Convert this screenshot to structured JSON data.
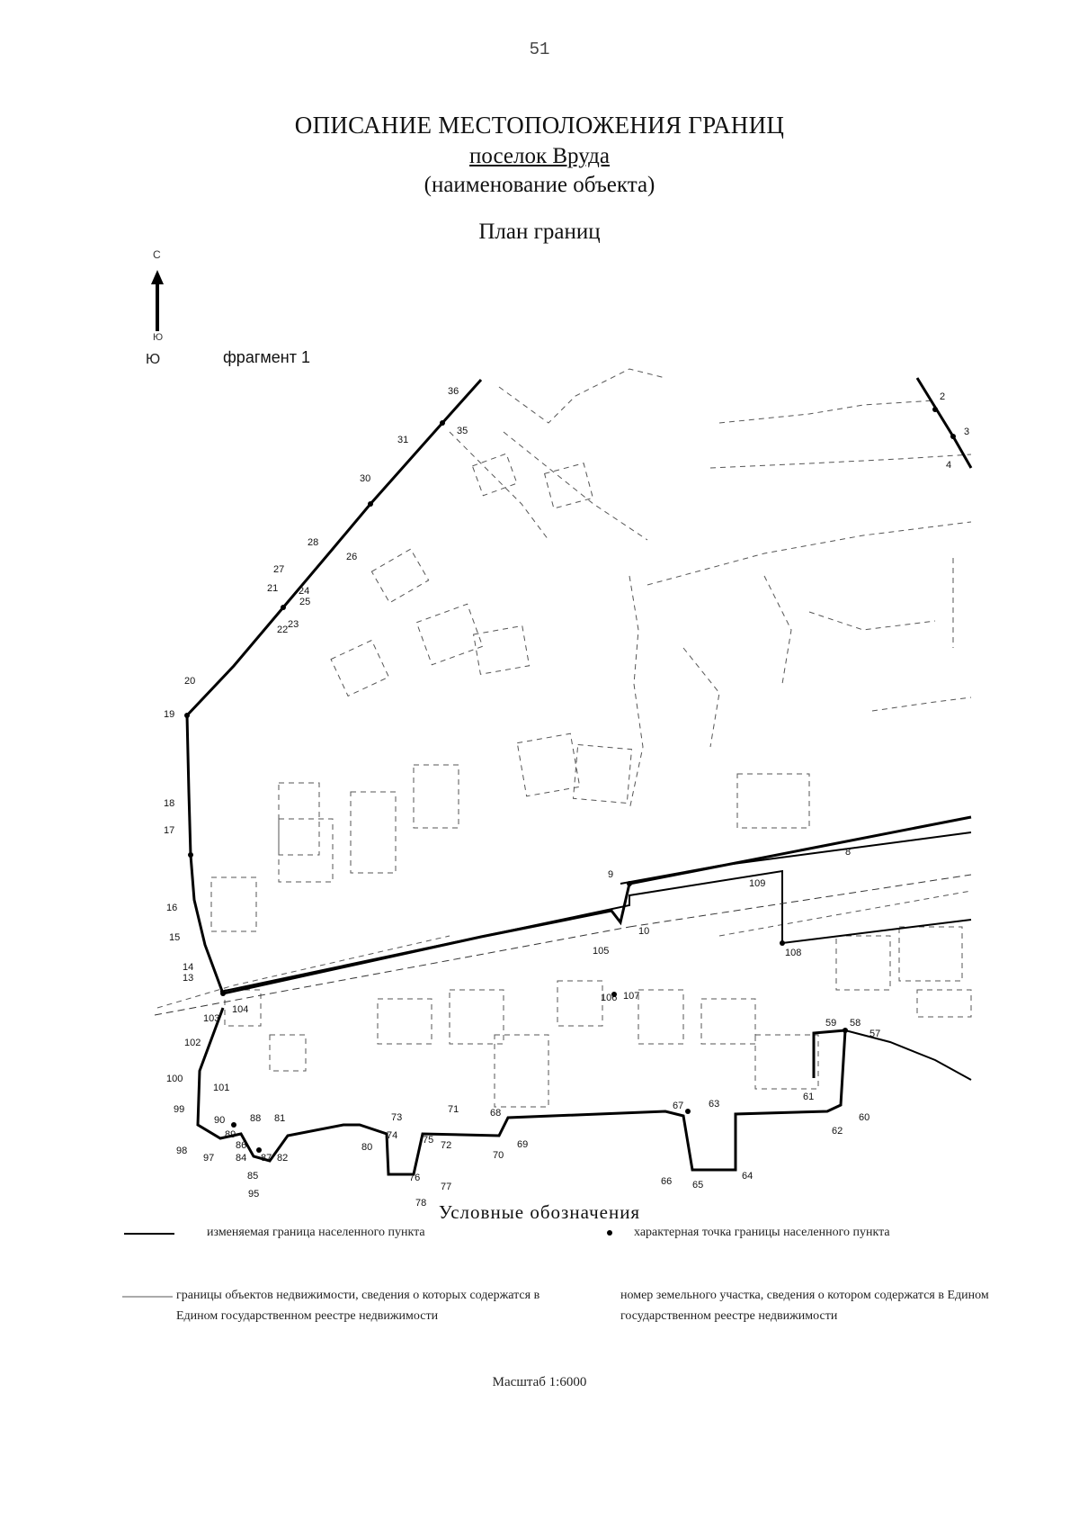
{
  "page": {
    "number": "51",
    "title": "ОПИСАНИЕ МЕСТОПОЛОЖЕНИЯ ГРАНИЦ",
    "object_name": "поселок Вруда",
    "object_caption": "(наименование объекта)",
    "plan_title": "План границ"
  },
  "compass": {
    "north": "С",
    "south": "Ю",
    "icon": "north-arrow-icon"
  },
  "fragment": {
    "prefix": "Ю",
    "label": "фрагмент 1"
  },
  "map": {
    "boundary_color": "#000000",
    "point_labels": [
      "2",
      "3",
      "4",
      "8",
      "9",
      "10",
      "13",
      "14",
      "15",
      "16",
      "17",
      "18",
      "19",
      "20",
      "21",
      "22",
      "23",
      "24",
      "25",
      "26",
      "27",
      "28",
      "30",
      "31",
      "35",
      "36",
      "57",
      "58",
      "59",
      "60",
      "61",
      "62",
      "63",
      "64",
      "65",
      "66",
      "67",
      "68",
      "69",
      "70",
      "71",
      "72",
      "73",
      "74",
      "75",
      "76",
      "77",
      "78",
      "80",
      "81",
      "82",
      "84",
      "85",
      "86",
      "87",
      "88",
      "89",
      "90",
      "95",
      "97",
      "98",
      "99",
      "100",
      "101",
      "102",
      "103",
      "104",
      "105",
      "106",
      "107",
      "108",
      "109"
    ],
    "road_label": "105"
  },
  "legend": {
    "title": "Условные обозначения",
    "items": [
      {
        "key": "changed-boundary",
        "text": "изменяемая граница населенного пункта"
      },
      {
        "key": "characteristic-point",
        "text": "характерная точка границы населенного пункта"
      },
      {
        "key": "property-boundaries",
        "text": "границы объектов недвижимости, сведения о которых содержатся в Едином государственном реестре недвижимости"
      },
      {
        "key": "parcel-number",
        "text": "номер земельного участка, сведения о котором содержатся в Едином государственном реестре недвижимости"
      }
    ]
  },
  "scale": "Масштаб 1:6000"
}
